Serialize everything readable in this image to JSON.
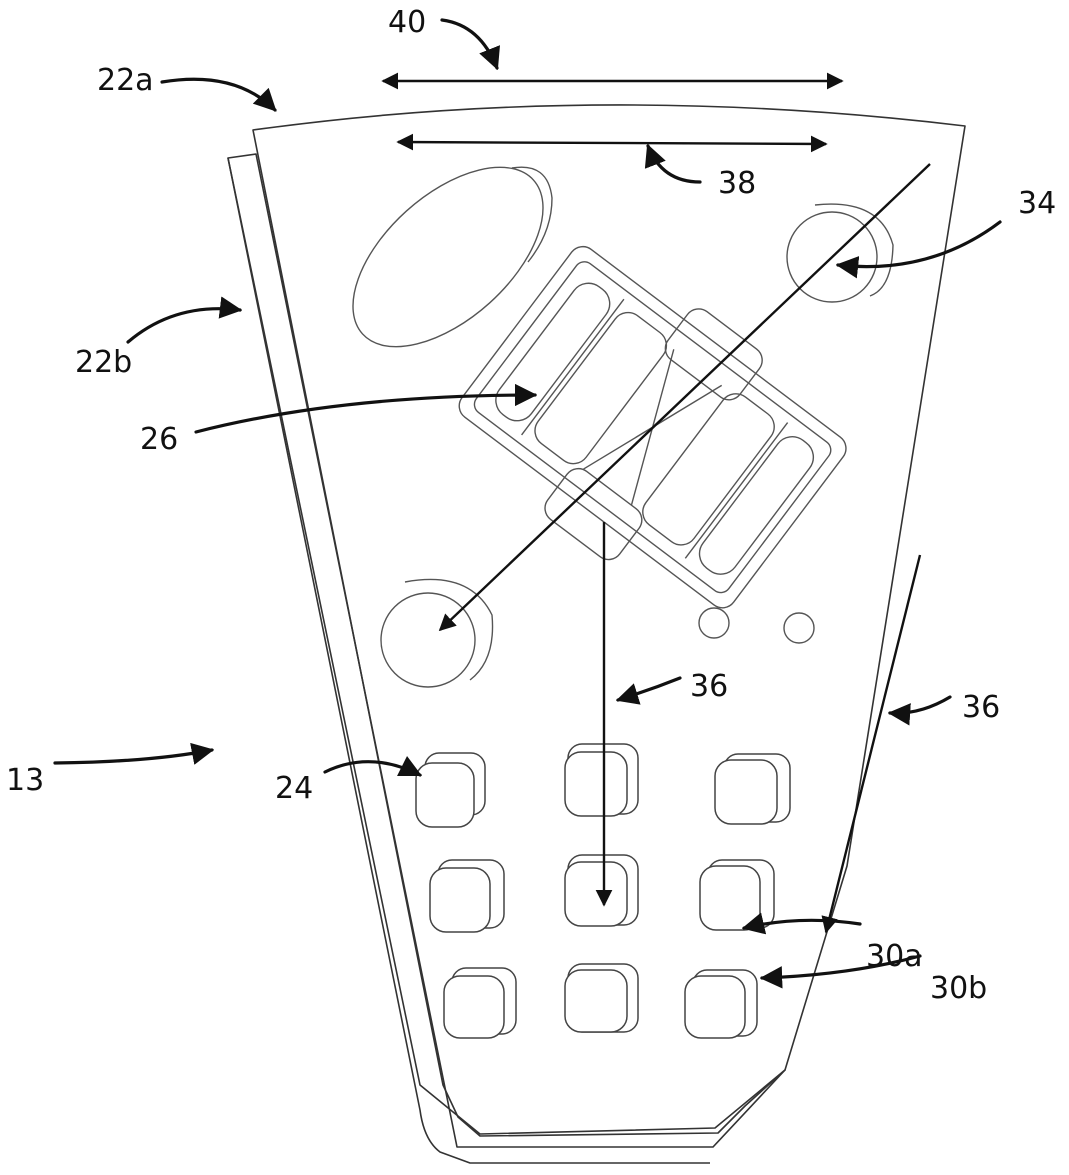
{
  "figure": {
    "description": "Patent-style line drawing of a handheld remote control device with direction indicators",
    "stroke_color": "#111111",
    "background_color": "#ffffff"
  },
  "labels": {
    "ref_40": "40",
    "ref_22a": "22a",
    "ref_38": "38",
    "ref_34": "34",
    "ref_22b": "22b",
    "ref_26": "26",
    "ref_36_center": "36",
    "ref_36_right": "36",
    "ref_13": "13",
    "ref_24": "24",
    "ref_30a": "30a",
    "ref_30b": "30b"
  },
  "components": {
    "housing_front_face": "22a",
    "housing_side_face": "22b",
    "keypad_keys": {
      "rows": 3,
      "columns": 3,
      "reference": "24"
    },
    "central_joystick_module": "26",
    "top_right_circular_button": "34",
    "bottom_left_circular_button": "34",
    "oval_button": "oval",
    "small_indicators": 2,
    "key_faces": [
      "30a",
      "30b"
    ]
  },
  "directions": {
    "horizontal_outer": "40",
    "horizontal_inner": "38",
    "diagonal": "34",
    "vertical": "36"
  }
}
